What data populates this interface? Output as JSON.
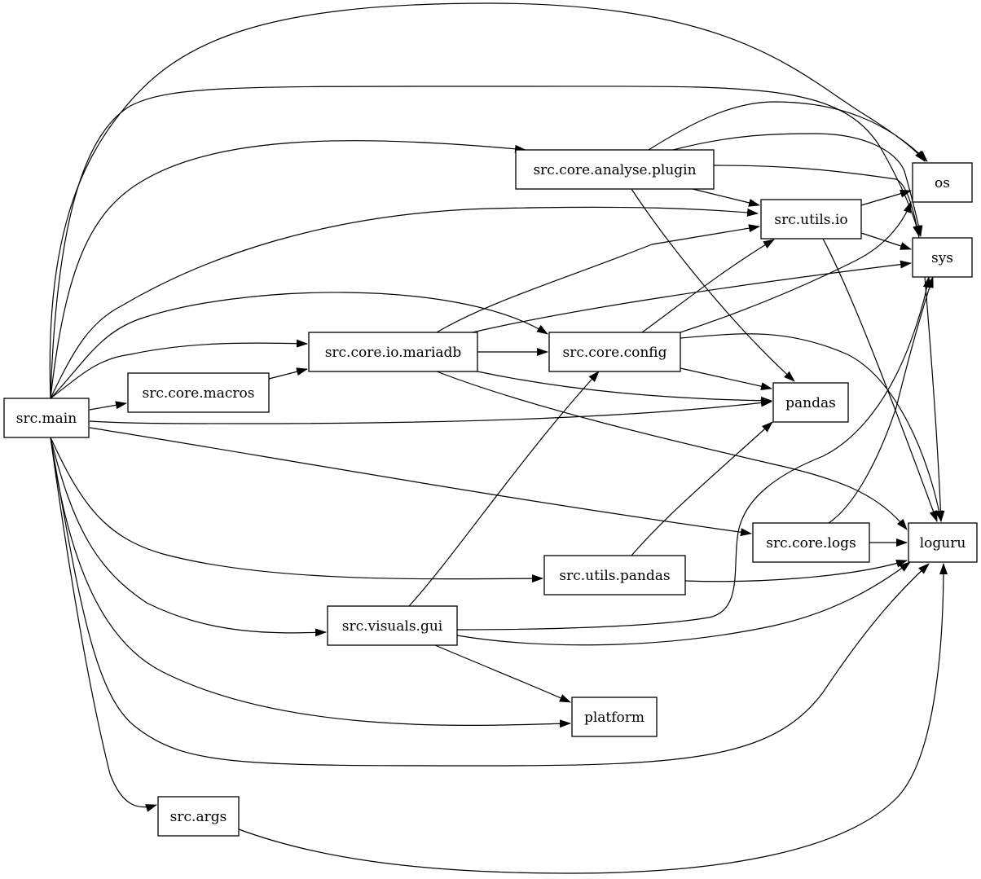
{
  "nodes": [
    {
      "id": "src.main",
      "label": "src.main"
    },
    {
      "id": "src.core.analyse.plugin",
      "label": "src.core.analyse.plugin"
    },
    {
      "id": "os",
      "label": "os"
    },
    {
      "id": "sys",
      "label": "sys"
    },
    {
      "id": "src.utils.io",
      "label": "src.utils.io"
    },
    {
      "id": "src.core.io.mariadb",
      "label": "src.core.io.mariadb"
    },
    {
      "id": "src.core.config",
      "label": "src.core.config"
    },
    {
      "id": "src.core.macros",
      "label": "src.core.macros"
    },
    {
      "id": "pandas",
      "label": "pandas"
    },
    {
      "id": "src.core.logs",
      "label": "src.core.logs"
    },
    {
      "id": "loguru",
      "label": "loguru"
    },
    {
      "id": "src.utils.pandas",
      "label": "src.utils.pandas"
    },
    {
      "id": "src.visuals.gui",
      "label": "src.visuals.gui"
    },
    {
      "id": "platform",
      "label": "platform"
    },
    {
      "id": "src.args",
      "label": "src.args"
    }
  ],
  "edges": [
    {
      "from": "src.main",
      "to": "os"
    },
    {
      "from": "src.main",
      "to": "sys"
    },
    {
      "from": "src.main",
      "to": "src.core.analyse.plugin"
    },
    {
      "from": "src.main",
      "to": "src.utils.io"
    },
    {
      "from": "src.main",
      "to": "src.core.config"
    },
    {
      "from": "src.main",
      "to": "src.core.io.mariadb"
    },
    {
      "from": "src.main",
      "to": "src.core.macros"
    },
    {
      "from": "src.main",
      "to": "pandas"
    },
    {
      "from": "src.main",
      "to": "src.core.logs"
    },
    {
      "from": "src.main",
      "to": "src.utils.pandas"
    },
    {
      "from": "src.main",
      "to": "src.visuals.gui"
    },
    {
      "from": "src.main",
      "to": "platform"
    },
    {
      "from": "src.main",
      "to": "loguru"
    },
    {
      "from": "src.main",
      "to": "src.args"
    },
    {
      "from": "src.core.analyse.plugin",
      "to": "os"
    },
    {
      "from": "src.core.analyse.plugin",
      "to": "sys"
    },
    {
      "from": "src.core.analyse.plugin",
      "to": "loguru"
    },
    {
      "from": "src.core.analyse.plugin",
      "to": "src.utils.io"
    },
    {
      "from": "src.core.analyse.plugin",
      "to": "pandas"
    },
    {
      "from": "src.utils.io",
      "to": "os"
    },
    {
      "from": "src.utils.io",
      "to": "sys"
    },
    {
      "from": "src.utils.io",
      "to": "loguru"
    },
    {
      "from": "src.core.macros",
      "to": "src.core.io.mariadb"
    },
    {
      "from": "src.core.io.mariadb",
      "to": "src.utils.io"
    },
    {
      "from": "src.core.io.mariadb",
      "to": "sys"
    },
    {
      "from": "src.core.io.mariadb",
      "to": "src.core.config"
    },
    {
      "from": "src.core.io.mariadb",
      "to": "pandas"
    },
    {
      "from": "src.core.io.mariadb",
      "to": "loguru"
    },
    {
      "from": "src.core.config",
      "to": "src.utils.io"
    },
    {
      "from": "src.core.config",
      "to": "os"
    },
    {
      "from": "src.core.config",
      "to": "pandas"
    },
    {
      "from": "src.core.config",
      "to": "loguru"
    },
    {
      "from": "src.core.logs",
      "to": "sys"
    },
    {
      "from": "src.core.logs",
      "to": "loguru"
    },
    {
      "from": "src.utils.pandas",
      "to": "pandas"
    },
    {
      "from": "src.utils.pandas",
      "to": "loguru"
    },
    {
      "from": "src.visuals.gui",
      "to": "src.core.config"
    },
    {
      "from": "src.visuals.gui",
      "to": "sys"
    },
    {
      "from": "src.visuals.gui",
      "to": "loguru"
    },
    {
      "from": "src.visuals.gui",
      "to": "platform"
    },
    {
      "from": "src.args",
      "to": "loguru"
    }
  ]
}
